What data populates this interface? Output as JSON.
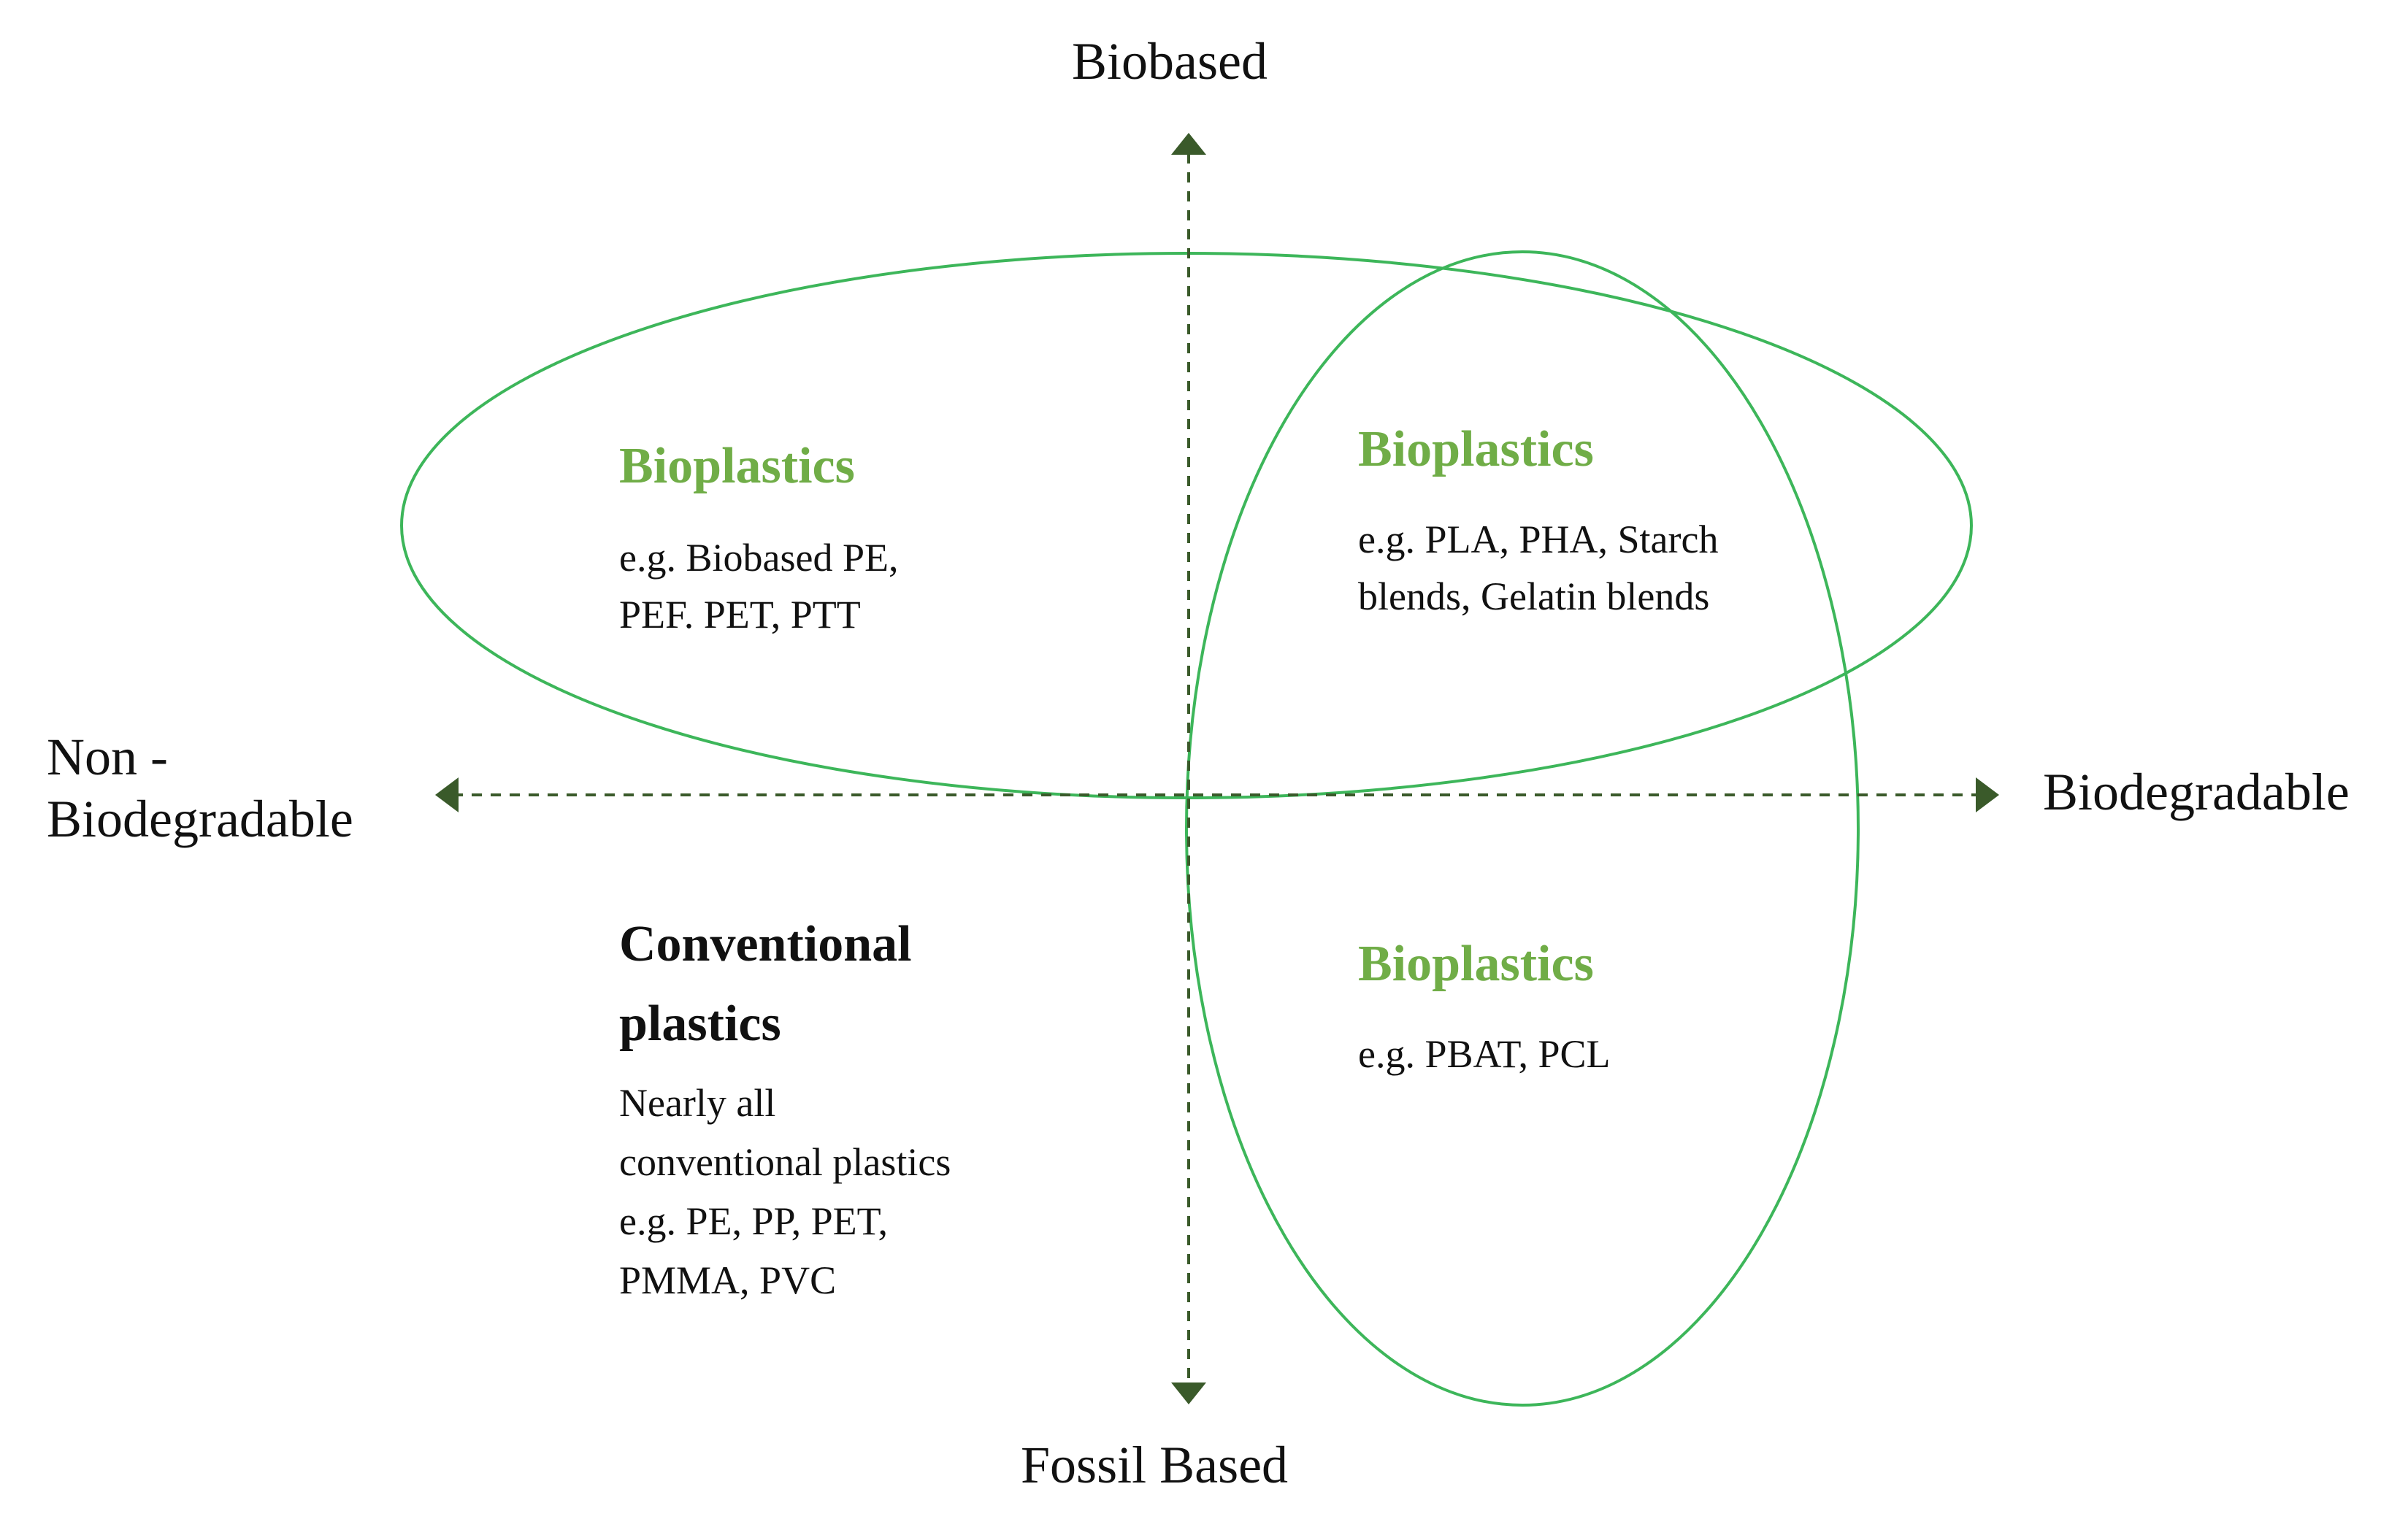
{
  "axes": {
    "top": "Biobased",
    "bottom": "Fossil Based",
    "left_lines": [
      "Non -",
      "Biodegradable"
    ],
    "right": "Biodegradable"
  },
  "groups": [
    {
      "title": "Bioplastics",
      "lines": [
        "e.g. Biobased PE,",
        "PEF. PET, PTT"
      ]
    },
    {
      "title": "Bioplastics",
      "lines": [
        "e.g. PLA, PHA, Starch",
        "blends, Gelatin blends"
      ]
    },
    {
      "title": "Bioplastics",
      "lines": [
        "e.g. PBAT, PCL"
      ]
    },
    {
      "title_lines": [
        "Conventional",
        "plastics"
      ],
      "lines": [
        "Nearly all",
        "conventional plastics",
        "e.g. PE, PP, PET,",
        "PMMA, PVC"
      ]
    }
  ],
  "colors": {
    "ellipse_stroke": "#3db65a",
    "bioplastics_title": "#70ad47",
    "axis": "#3a5a2a",
    "text": "#111111"
  }
}
